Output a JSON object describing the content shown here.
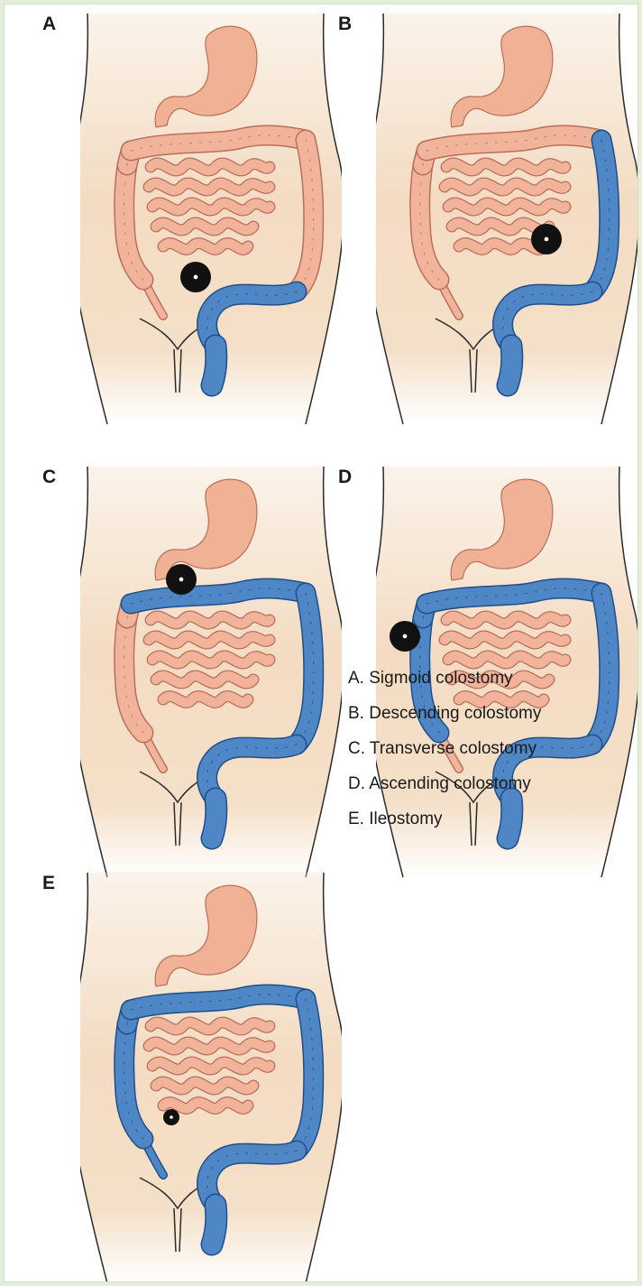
{
  "panels": [
    {
      "letter": "A",
      "stoma": "sigmoid"
    },
    {
      "letter": "B",
      "stoma": "descending"
    },
    {
      "letter": "C",
      "stoma": "transverse"
    },
    {
      "letter": "D",
      "stoma": "ascending"
    },
    {
      "letter": "E",
      "stoma": "ileostomy"
    }
  ],
  "legend": [
    "A. Sigmoid colostomy",
    "B. Descending colostomy",
    "C. Transverse colostomy",
    "D. Ascending colostomy",
    "E. Ileostomy"
  ],
  "colors": {
    "background": "#e3efd9",
    "skin": "#f3dcc2",
    "intestine": "#f2b39b",
    "intestine_outline": "#b96f5b",
    "stomach": "#f0b195",
    "removed_bowel": "#4f86c6",
    "removed_outline": "#1f4f8a",
    "stoma": "#111111"
  }
}
